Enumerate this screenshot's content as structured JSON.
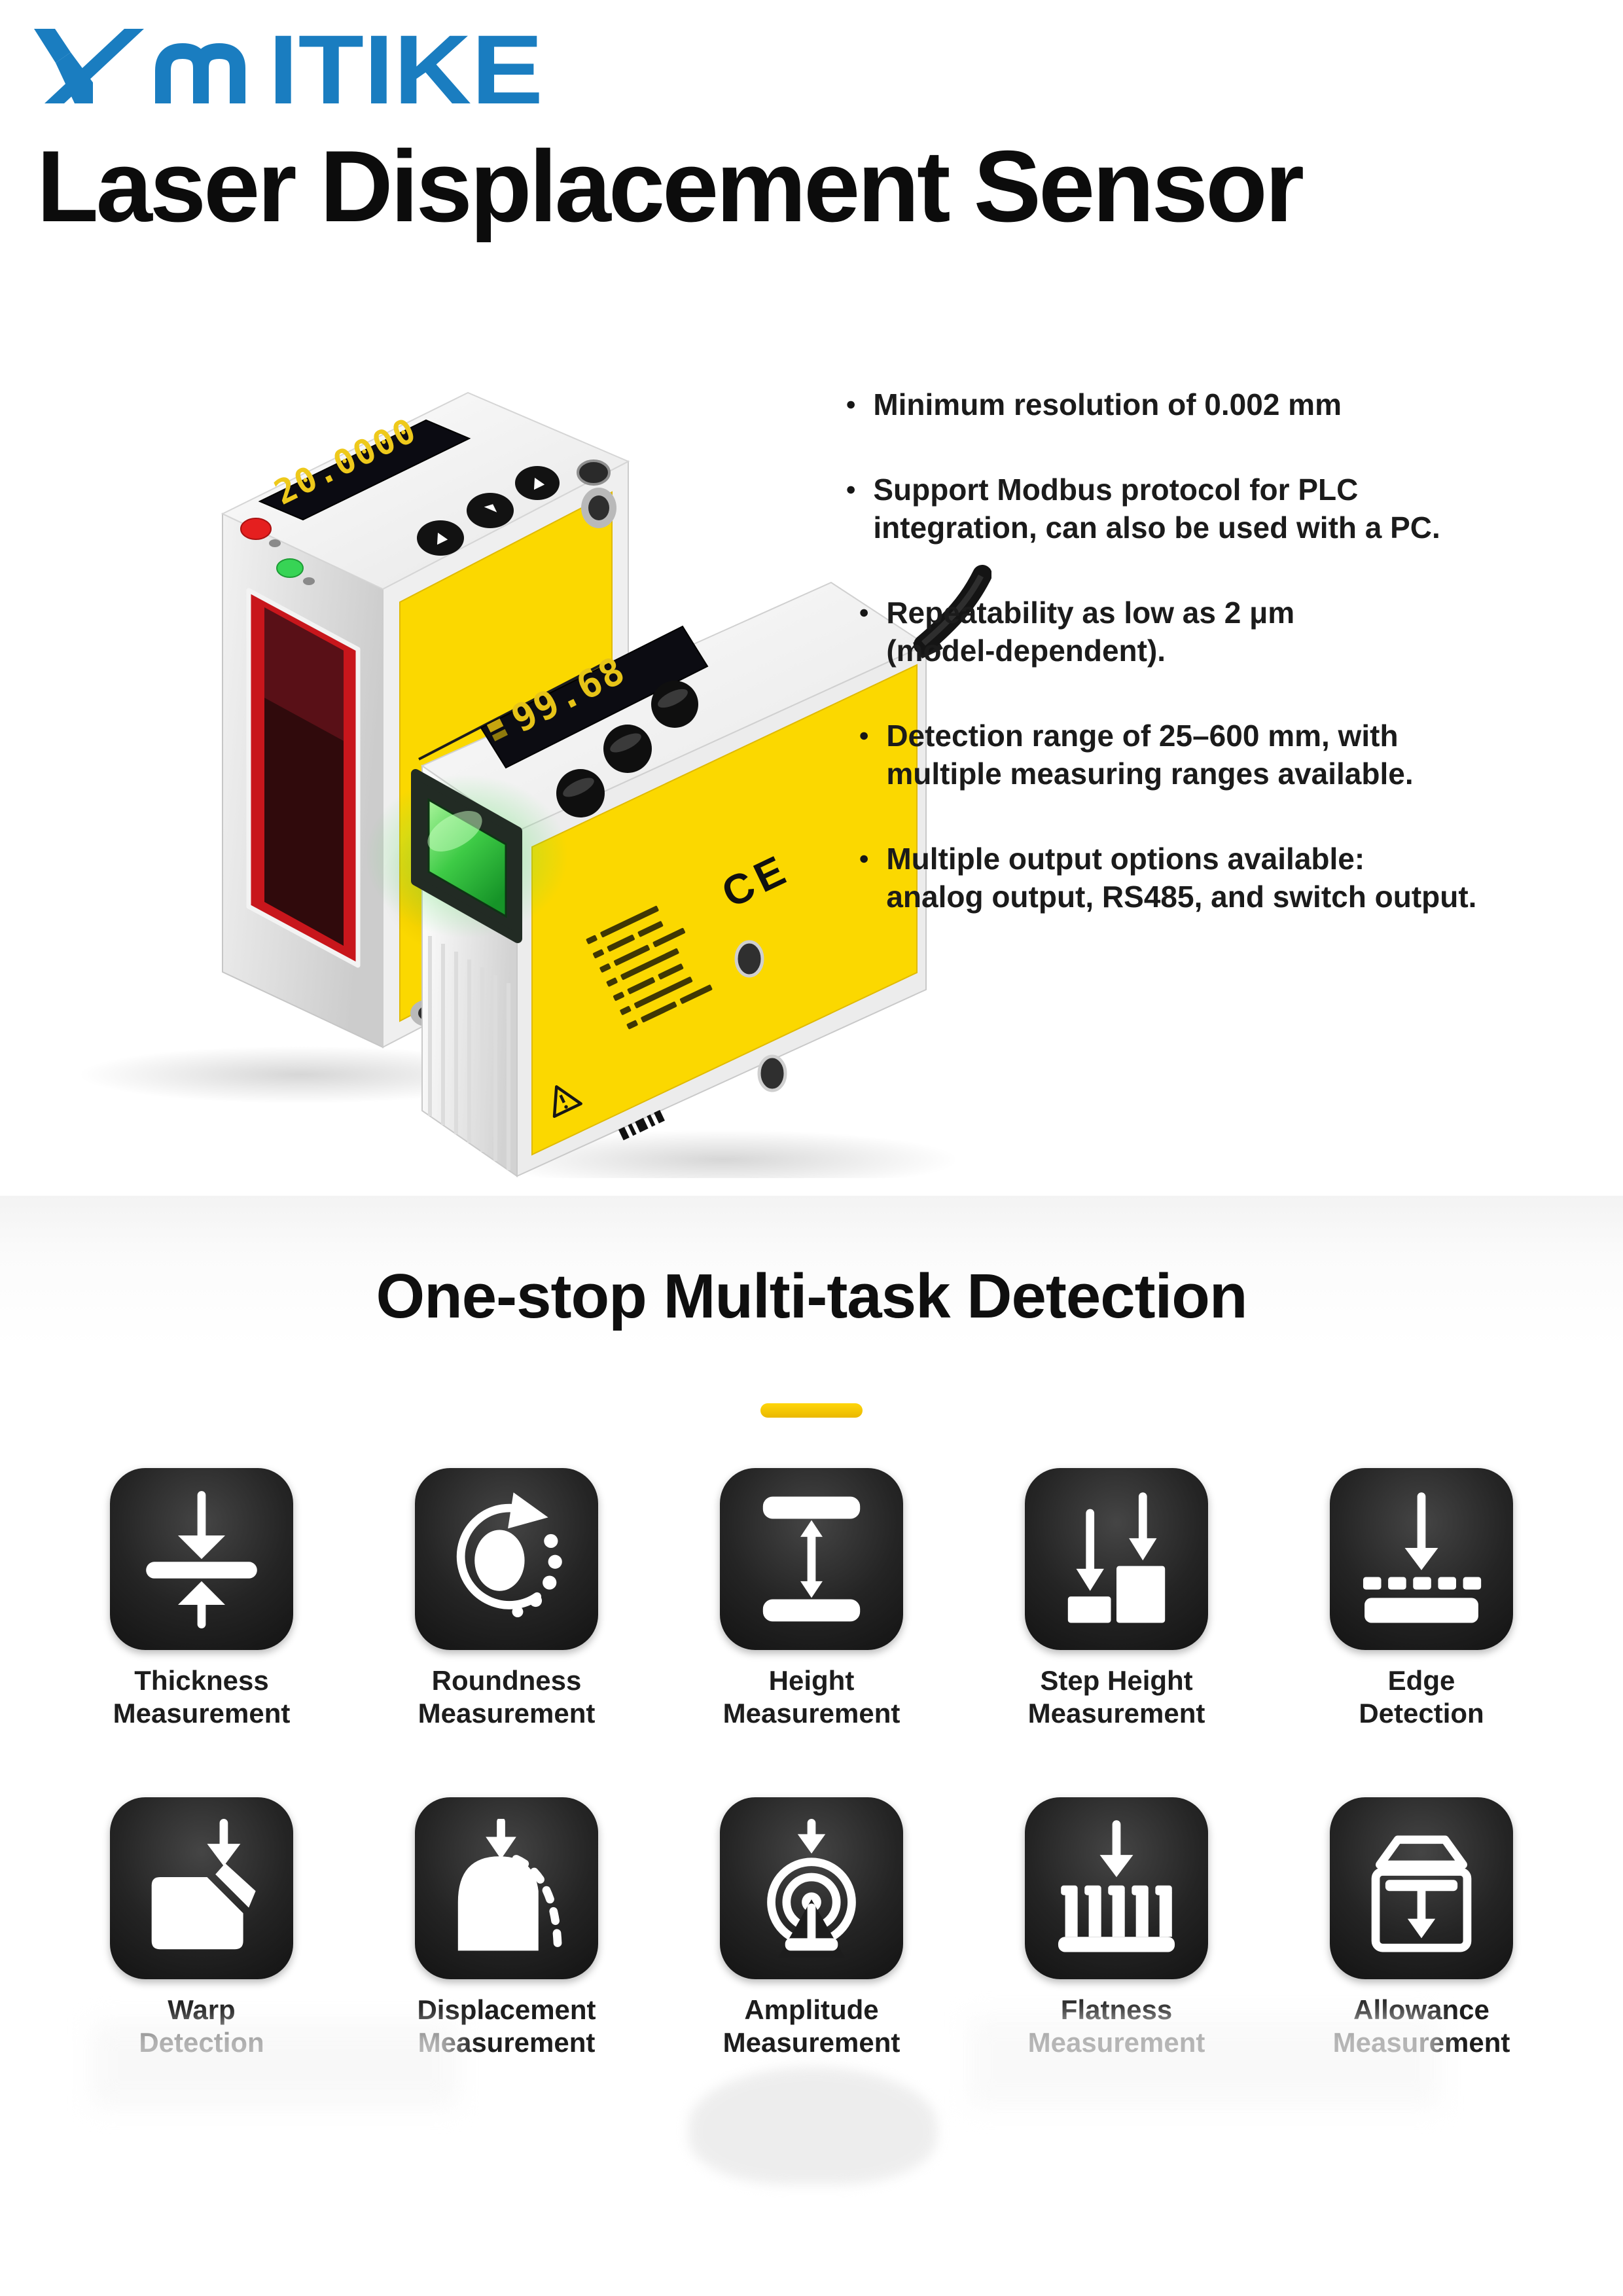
{
  "brand": {
    "name": "YAMITIKE",
    "wordmark_tail": "ITIKE",
    "color": "#1A7DC0"
  },
  "hero": {
    "title": "Laser Displacement Sensor",
    "features": [
      {
        "lines": [
          "Minimum resolution of 0.002 mm"
        ]
      },
      {
        "lines": [
          "Support Modbus protocol for PLC",
          "integration, can also be used with a PC."
        ]
      },
      {
        "lines": [
          "Repeatability as low as 2 μm",
          "(model-dependent)."
        ]
      },
      {
        "lines": [
          "Detection range of 25–600 mm, with",
          "multiple measuring ranges available."
        ]
      },
      {
        "lines": [
          "Multiple output options available:",
          "analog output, RS485, and switch output."
        ]
      }
    ],
    "product": {
      "large_sensor_display": "20.0000",
      "small_sensor_display": "99.68",
      "ce_mark": "CE",
      "label_color": "#FBD800",
      "indicator_red": "#E51F1F",
      "indicator_green": "#37D455",
      "lens_red": "#C8161C",
      "lens_green": "#3ECB46"
    }
  },
  "detection": {
    "title": "One-stop Multi-task Detection",
    "accent_color": "#F5C400",
    "items": [
      {
        "icon": "thickness-icon",
        "lines": [
          "Thickness",
          "Measurement"
        ]
      },
      {
        "icon": "roundness-icon",
        "lines": [
          "Roundness",
          "Measurement"
        ]
      },
      {
        "icon": "height-icon",
        "lines": [
          "Height",
          "Measurement"
        ]
      },
      {
        "icon": "step-height-icon",
        "lines": [
          "Step Height",
          "Measurement"
        ]
      },
      {
        "icon": "edge-icon",
        "lines": [
          "Edge",
          "Detection"
        ]
      },
      {
        "icon": "warp-icon",
        "lines": [
          "Warp",
          "Detection"
        ]
      },
      {
        "icon": "displacement-icon",
        "lines": [
          "Displacement",
          "Measurement"
        ]
      },
      {
        "icon": "amplitude-icon",
        "lines": [
          "Amplitude",
          "Measurement"
        ]
      },
      {
        "icon": "flatness-icon",
        "lines": [
          "Flatness",
          "Measurement"
        ]
      },
      {
        "icon": "allowance-icon",
        "lines": [
          "Allowance",
          "Measurement"
        ]
      }
    ]
  }
}
